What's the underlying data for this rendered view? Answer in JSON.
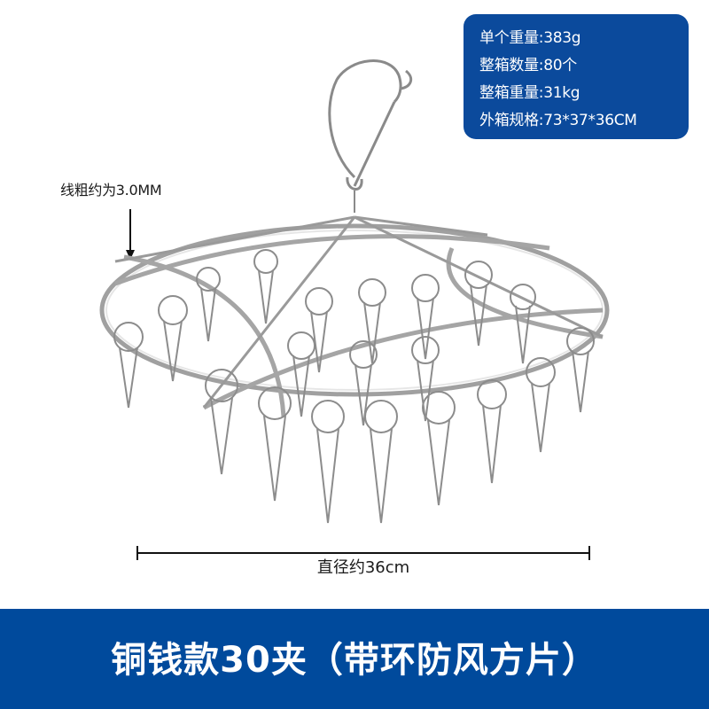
{
  "spec_box": {
    "lines": [
      "单个重量:383g",
      "整箱数量:80个",
      "整箱重量:31kg",
      "外箱规格:73*37*36CM"
    ],
    "background": "#0b4a9c"
  },
  "wire_annotation": {
    "label": "线粗约为3.0MM",
    "icon": "arrow-down-icon"
  },
  "product_image": {
    "subject": "stainless steel round clothes-peg hanger with hook and 30 clips",
    "icon": "hanger-illustration"
  },
  "dimension": {
    "label": "直径约36cm",
    "icon": "dimension-line-icon"
  },
  "banner": {
    "title": "铜钱款30夹（带环防风方片）",
    "background": "#004a9c"
  }
}
